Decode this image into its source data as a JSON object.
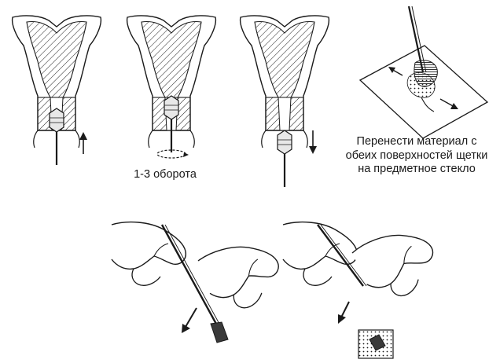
{
  "labels": {
    "rotations": "1-3 оборота",
    "transfer": {
      "line1": "Перенести материал с",
      "line2": "обеих поверхностей щетки",
      "line3": "на предметное стекло"
    }
  },
  "colors": {
    "ink": "#1a1a1a",
    "background": "#ffffff"
  },
  "icons": [
    "uterus-cross-section-icon",
    "cervical-brush-icon",
    "rotation-arrow-icon",
    "up-arrow-icon",
    "down-arrow-icon",
    "microscope-slide-icon",
    "hand-icon",
    "fixative-vial-icon"
  ]
}
